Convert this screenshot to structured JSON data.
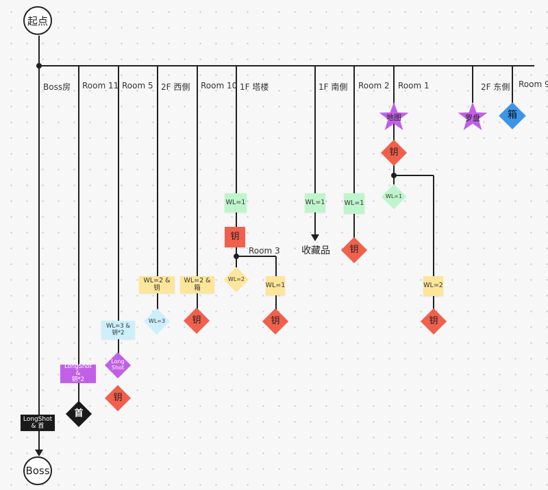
{
  "start_label": "起点",
  "end_label": "Boss",
  "branches": {
    "boss_room": "Boss房",
    "room11": "Room 11",
    "room5": "Room 5",
    "west2f": "2F 西側",
    "room10": "Room 10",
    "tower1f": "1F 塔楼",
    "south1f": "1F 南側",
    "room2": "Room 2",
    "room1": "Room 1",
    "east2f": "2F 东側",
    "room9": "Room 9",
    "room3": "Room 3"
  },
  "nodes": {
    "boss_req": "LongShot\n& 首",
    "room11_req": "LongShot &\n钥*2",
    "room11_item": "首",
    "room5_req": "WL=3 & 钥*2",
    "room5_item1": "Long\nShot",
    "room5_item2": "钥",
    "west2f_req": "WL=2 & 钥",
    "west2f_item": "WL=3",
    "room10_req": "WL=2 & 箱",
    "room10_item": "钥",
    "tower_req": "WL=1",
    "tower_key": "钥",
    "tower_d1": "WL=2",
    "room3_req": "WL=1",
    "room3_item": "钥",
    "south_req": "WL=1",
    "south_item": "收藏品",
    "room2_req": "WL=1",
    "room2_item": "钥",
    "room1_star": "地图",
    "room1_key": "钥",
    "room1_d": "WL=1",
    "room1_req": "WL=2",
    "room1_item": "钥",
    "east2f_star": "罗盘",
    "room9_item": "箱"
  },
  "colors": {
    "line": "#1f1f1f",
    "red": "#f0604c",
    "yellow": "#fde59a",
    "green": "#bff5cc",
    "blue": "#cdeffb",
    "purple": "#c160e6",
    "black": "#1a1a1a",
    "star": "#c160e6",
    "room9": "#3d95e8"
  }
}
